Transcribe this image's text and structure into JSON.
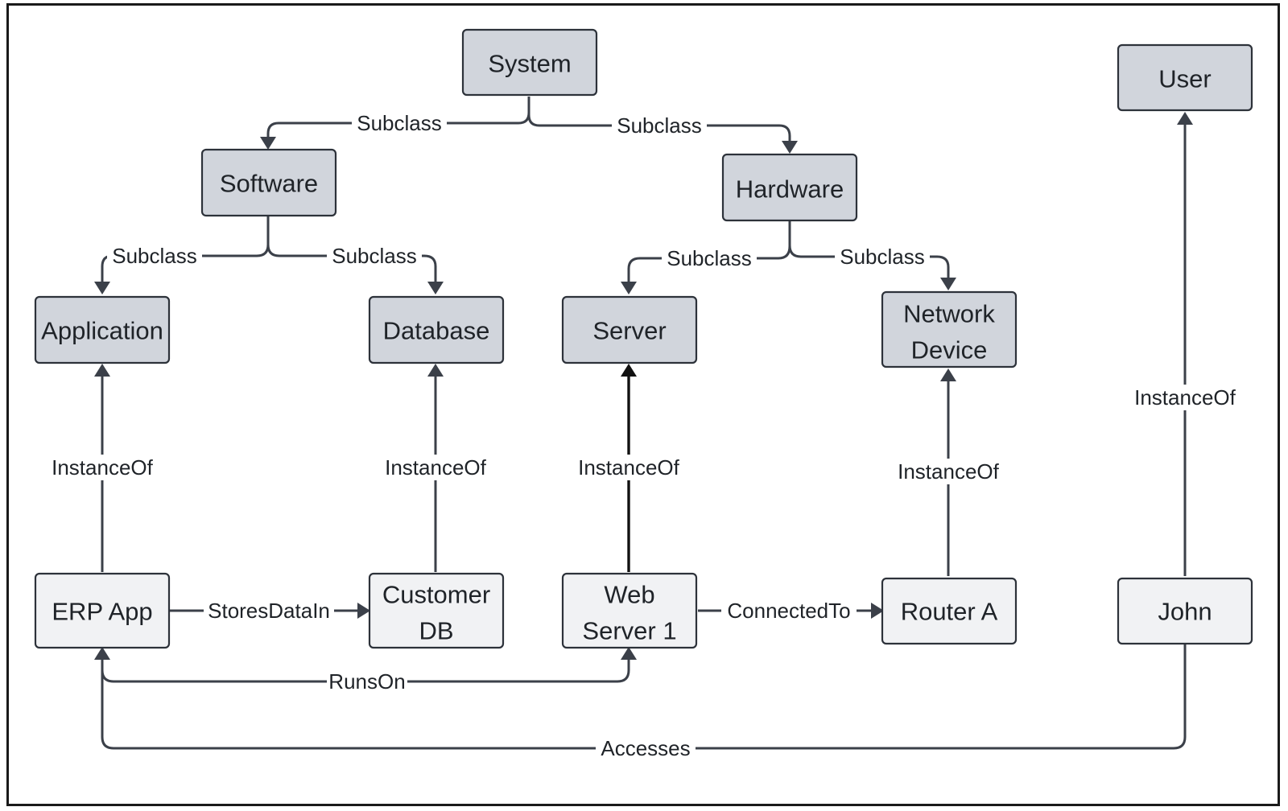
{
  "nodes": {
    "system": "System",
    "user": "User",
    "software": "Software",
    "hardware": "Hardware",
    "application": "Application",
    "database": "Database",
    "server": "Server",
    "network_device": [
      "Network",
      "Device"
    ],
    "erp_app": "ERP App",
    "customer_db": [
      "Customer",
      "DB"
    ],
    "web_server_1": [
      "Web",
      "Server 1"
    ],
    "router_a": "Router A",
    "john": "John"
  },
  "edges": {
    "system_software": "Subclass",
    "system_hardware": "Subclass",
    "software_application": "Subclass",
    "software_database": "Subclass",
    "hardware_server": "Subclass",
    "hardware_network": "Subclass",
    "erp_instanceof": "InstanceOf",
    "customerdb_instanceof": "InstanceOf",
    "webserver_instanceof": "InstanceOf",
    "router_instanceof": "InstanceOf",
    "john_instanceof": "InstanceOf",
    "stores_data_in": "StoresDataIn",
    "connected_to": "ConnectedTo",
    "runs_on": "RunsOn",
    "accesses": "Accesses"
  }
}
